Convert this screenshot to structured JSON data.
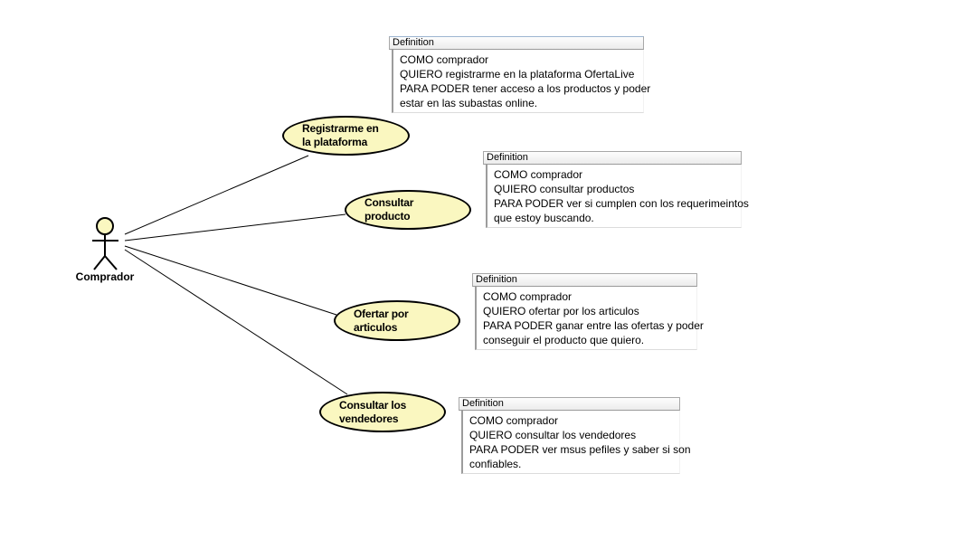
{
  "diagram": {
    "type": "uml-use-case-diagram",
    "actor": {
      "name": "Comprador"
    },
    "use_cases": [
      {
        "label": "Registrarme en\nla plataforma"
      },
      {
        "label": "Consultar\nproducto"
      },
      {
        "label": "Ofertar por\narticulos"
      },
      {
        "label": "Consultar los\nvendedores"
      }
    ],
    "notes": [
      {
        "title": "Definition",
        "lines": [
          "COMO comprador",
          "QUIERO registrarme en la plataforma OfertaLive",
          "PARA PODER tener acceso a los productos y poder",
          "estar en las subastas online."
        ]
      },
      {
        "title": "Definition",
        "lines": [
          "COMO comprador",
          "QUIERO consultar productos",
          "PARA PODER ver si cumplen con los requerimeintos",
          "que estoy buscando."
        ]
      },
      {
        "title": "Definition",
        "lines": [
          "COMO comprador",
          "QUIERO ofertar por los articulos",
          "PARA PODER ganar entre las ofertas y poder",
          "conseguir el producto que quiero."
        ]
      },
      {
        "title": "Definition",
        "lines": [
          "COMO comprador",
          "QUIERO consultar los vendedores",
          "PARA PODER ver msus pefiles y saber si son",
          "confiables."
        ]
      }
    ],
    "colors": {
      "shape_fill": "#FAF7C0",
      "shape_border": "#000000",
      "note_header_accent": "#9DB5D1"
    }
  }
}
